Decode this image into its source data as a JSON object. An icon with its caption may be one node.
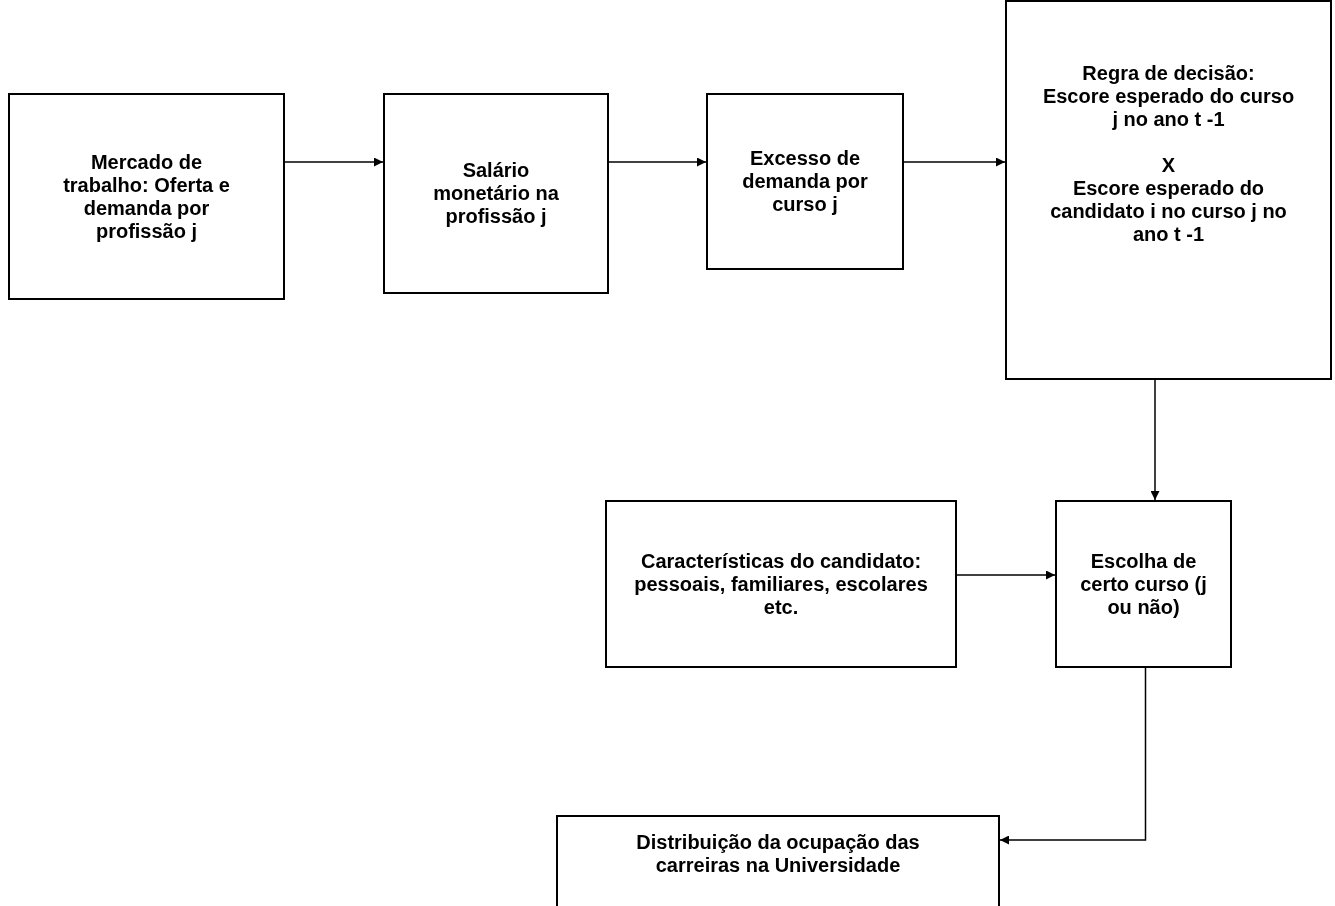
{
  "diagram": {
    "nodes": [
      {
        "text": [
          "Mercado de trabalho: Oferta e demanda por profissão j"
        ]
      },
      {
        "text": [
          "Salário monetário na profissão j"
        ]
      },
      {
        "text": [
          "Excesso de demanda por curso j"
        ]
      },
      {
        "text": [
          "Regra de decisão:",
          "Escore esperado do curso j no ano t -1",
          "X",
          "Escore esperado do candidato i no curso j no ano t -1"
        ]
      },
      {
        "text": [
          "Características do candidato: pessoais, familiares, escolares etc."
        ]
      },
      {
        "text": [
          "Escolha de certo curso (j ou não)"
        ]
      },
      {
        "text": [
          "Distribuição da ocupação das carreiras na Universidade"
        ]
      }
    ],
    "edges": [
      {
        "from": 0,
        "to": 1,
        "arrow": "to"
      },
      {
        "from": 1,
        "to": 2,
        "arrow": "to"
      },
      {
        "from": 2,
        "to": 3,
        "arrow": "to"
      },
      {
        "from": 3,
        "to": 5,
        "arrow": "to"
      },
      {
        "from": 4,
        "to": 5,
        "arrow": "to"
      },
      {
        "from": 5,
        "to": 6,
        "arrow": "to"
      }
    ]
  }
}
